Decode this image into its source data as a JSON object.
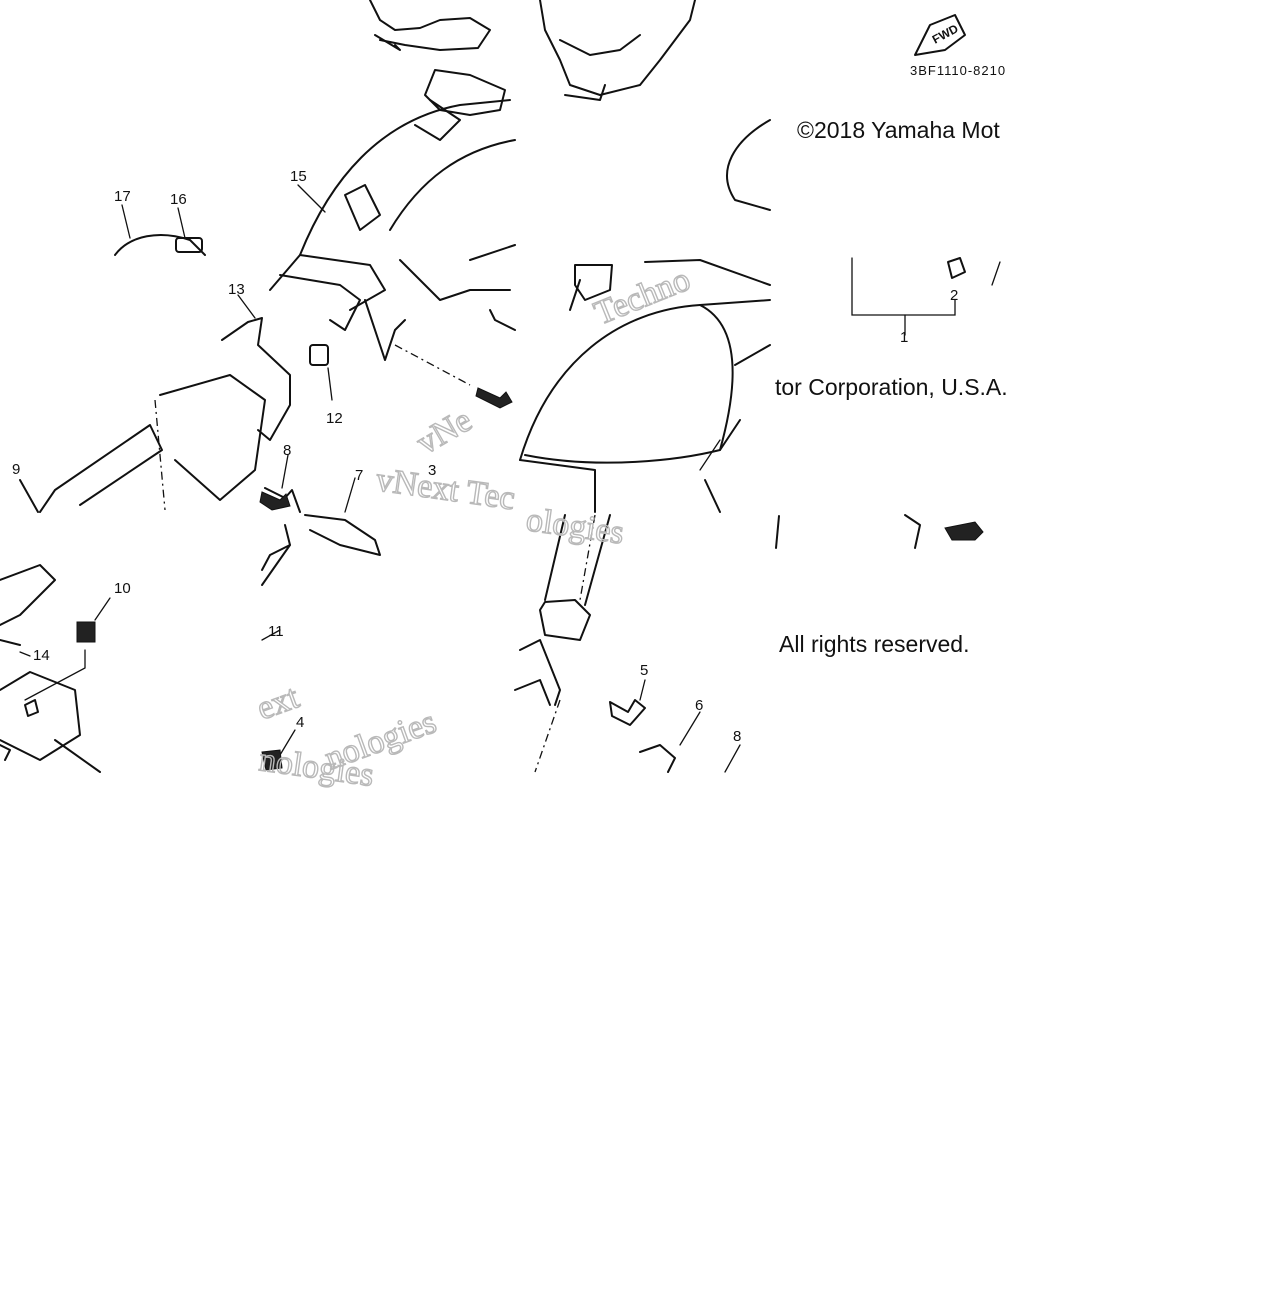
{
  "diagram": {
    "part_code": "3BF1110-8210",
    "fwd_label": "FWD",
    "copyright_lines": [
      "©2018 Yamaha Mot",
      "tor Corporation, U.S.A.",
      "All rights reserved."
    ],
    "watermark_fragments": [
      "vNext Tec",
      "vNe",
      "Techno",
      "nologies",
      "ext",
      "nologies",
      "ologies"
    ],
    "callouts": [
      "1",
      "2",
      "3",
      "4",
      "5",
      "6",
      "7",
      "8",
      "8",
      "9",
      "10",
      "11",
      "12",
      "13",
      "14",
      "15",
      "16",
      "17"
    ]
  }
}
